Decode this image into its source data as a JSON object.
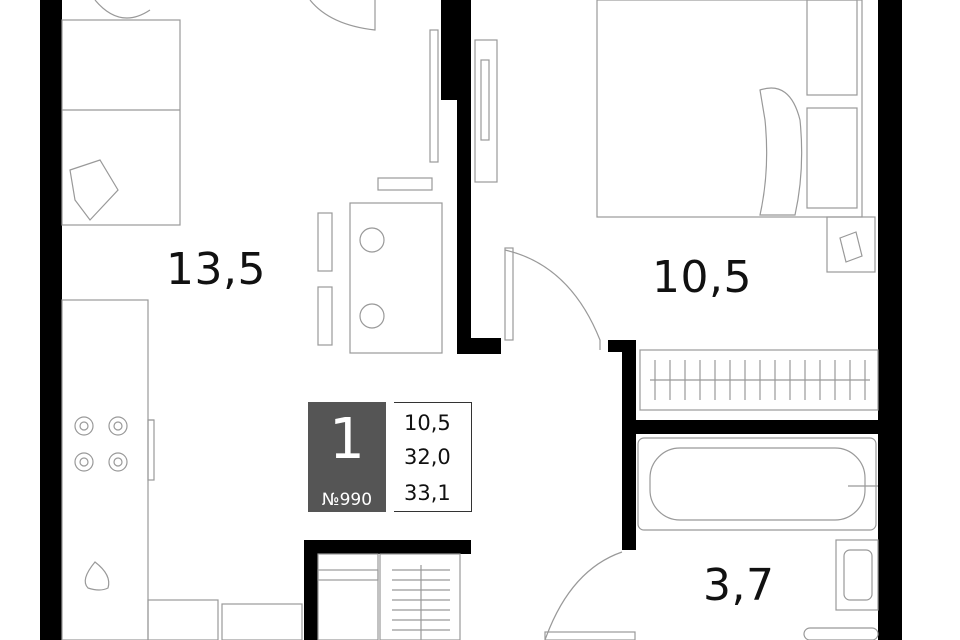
{
  "rooms": {
    "living_kitchen_area": "13,5",
    "bedroom_area": "10,5",
    "bathroom_area": "3,7"
  },
  "apartment": {
    "rooms_count": "1",
    "number": "№990",
    "living_area": "10,5",
    "total_area": "32,0",
    "total_area_with_balcony": "33,1"
  },
  "colors": {
    "walls": "#000000",
    "furniture_lines": "#999999",
    "badge_bg": "#555555"
  }
}
